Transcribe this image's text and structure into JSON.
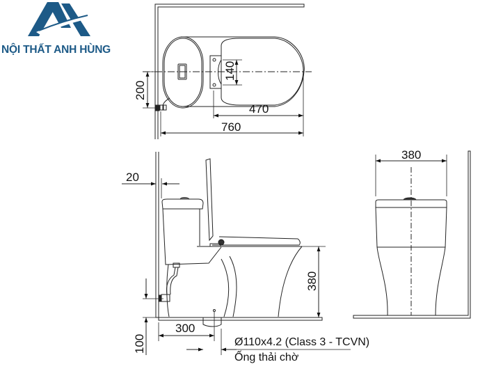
{
  "logo": {
    "brand_name": "NỘI THẤT ANH HÙNG",
    "brand_color": "#1d5a87"
  },
  "top_view": {
    "dimensions": {
      "hinge_spacing": "140",
      "supply_offset": "200",
      "seat_length": "470",
      "overall_depth": "760"
    }
  },
  "side_view": {
    "dimensions": {
      "wall_gap": "20",
      "seat_height": "380",
      "outlet_distance": "300",
      "supply_height": "100"
    },
    "notes": {
      "pipe_spec": "Ø110x4.2 (Class 3 - TCVN)",
      "pipe_label": "Ống thải chờ"
    }
  },
  "front_view": {
    "dimensions": {
      "width": "380"
    }
  },
  "colors": {
    "line": "#222222",
    "background": "#ffffff"
  }
}
